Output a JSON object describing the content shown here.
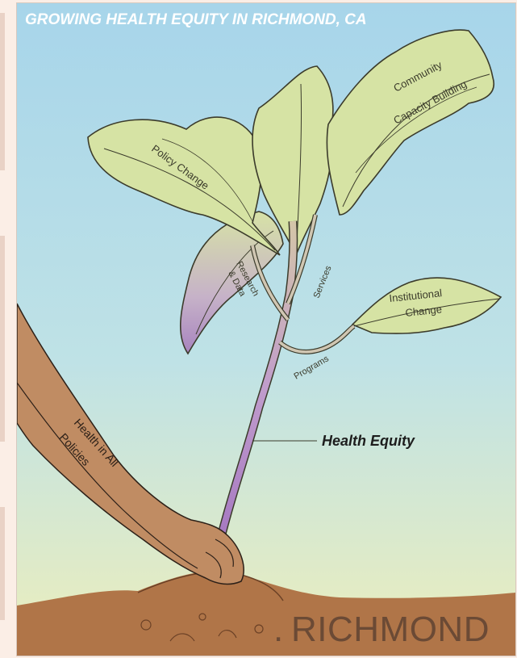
{
  "poster": {
    "title": "GROWING HEALTH EQUITY IN RICHMOND, CA",
    "city": "RICHMOND",
    "city_dot": ".",
    "stem_label": "Health Equity",
    "arm_label_line1": "Health in All",
    "arm_label_line2": "Policies",
    "leaves": {
      "policy": "Policy Change",
      "community_1": "Community",
      "community_2": "Capacity Building",
      "institutional_1": "Institutional",
      "institutional_2": "Change",
      "research_1": "Research",
      "research_2": "& Data"
    },
    "branches": {
      "services": "Services",
      "programs": "Programs"
    }
  },
  "colors": {
    "sky_top": "#a9d6ea",
    "sky_bottom": "#e7ecbf",
    "leaf": "#d6e3a4",
    "leaf_purple": "#b99ac4",
    "stem": "#b98fc8",
    "soil": "#b07548",
    "skin": "#c08c63"
  }
}
